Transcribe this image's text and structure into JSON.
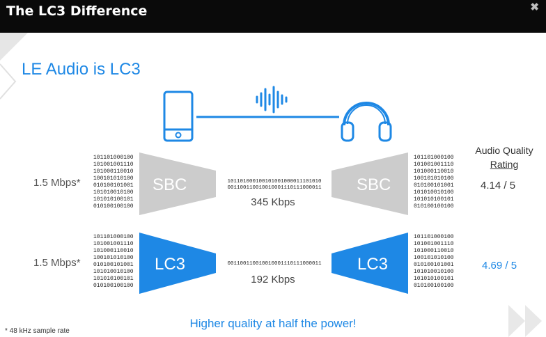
{
  "window": {
    "title": "The LC3 Difference",
    "close_glyph": "✖"
  },
  "heading": "LE Audio is LC3",
  "icons": [
    "phone-icon",
    "audio-waveform-icon",
    "headphones-icon",
    "double-chevron-right-icon"
  ],
  "rating_header": {
    "line1": "Audio Quality",
    "line2": "Rating"
  },
  "sbc_row": {
    "input_rate": "1.5 Mbps*",
    "input_bits": "101101000100\n101001001110\n101000110010\n100101010100\n010100101001\n101010010100\n101010100101\n010100100100",
    "codec_label": "SBC",
    "stream_bits": "101101000100101001000011101010\n001100110010010001110111000011",
    "stream_rate": "345 Kbps",
    "output_bits": "101101000100\n101001001110\n101000110010\n100101010100\n010100101001\n101010010100\n101010100101\n010100100100",
    "rating": "4.14 / 5"
  },
  "lc3_row": {
    "input_rate": "1.5 Mbps*",
    "input_bits": "101101000100\n101001001110\n101000110010\n100101010100\n010100101001\n101010010100\n101010100101\n010100100100",
    "codec_label": "LC3",
    "stream_bits": "001100110010010001110111000011",
    "stream_rate": "192 Kbps",
    "output_bits": "101101000100\n101001001110\n101000110010\n100101010100\n010100101001\n101010010100\n101010100101\n010100100100",
    "rating": "4.69 / 5"
  },
  "tagline": "Higher quality at half the power!",
  "footnote": "* 48 kHz sample rate",
  "colors": {
    "accent": "#1e88e5",
    "sbc_gray": "#cccccc",
    "title_bg": "#0a0a0a"
  }
}
